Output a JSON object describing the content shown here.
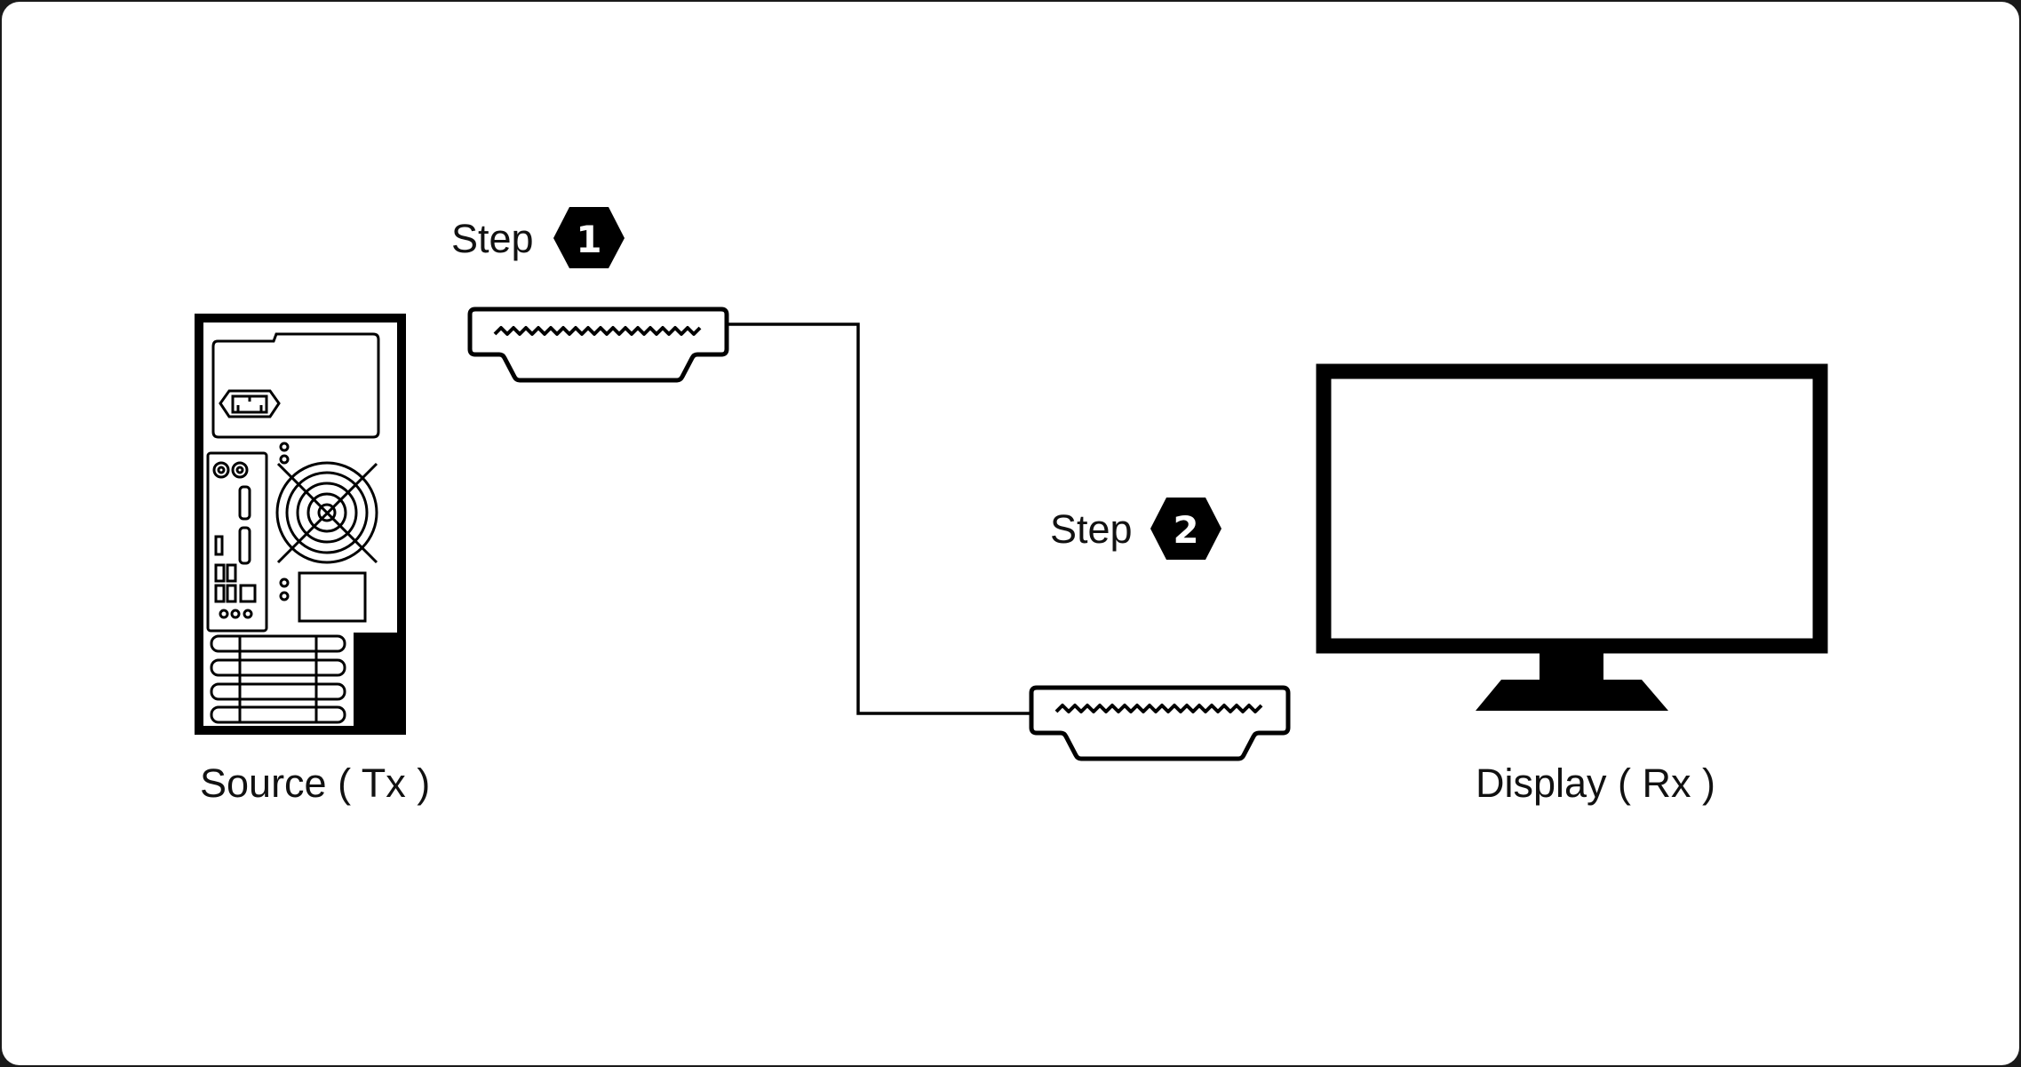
{
  "source": {
    "label": "Source ( Tx )"
  },
  "display": {
    "label": "Display ( Rx )"
  },
  "steps": [
    {
      "label": "Step",
      "number": "1"
    },
    {
      "label": "Step",
      "number": "2"
    }
  ],
  "icons": {
    "source": "pc-tower-rear-icon",
    "display": "monitor-icon",
    "connector": "hdmi-connector-icon",
    "step_badge": "hexagon-icon"
  },
  "colors": {
    "ink": "#000000",
    "background": "#ffffff"
  }
}
